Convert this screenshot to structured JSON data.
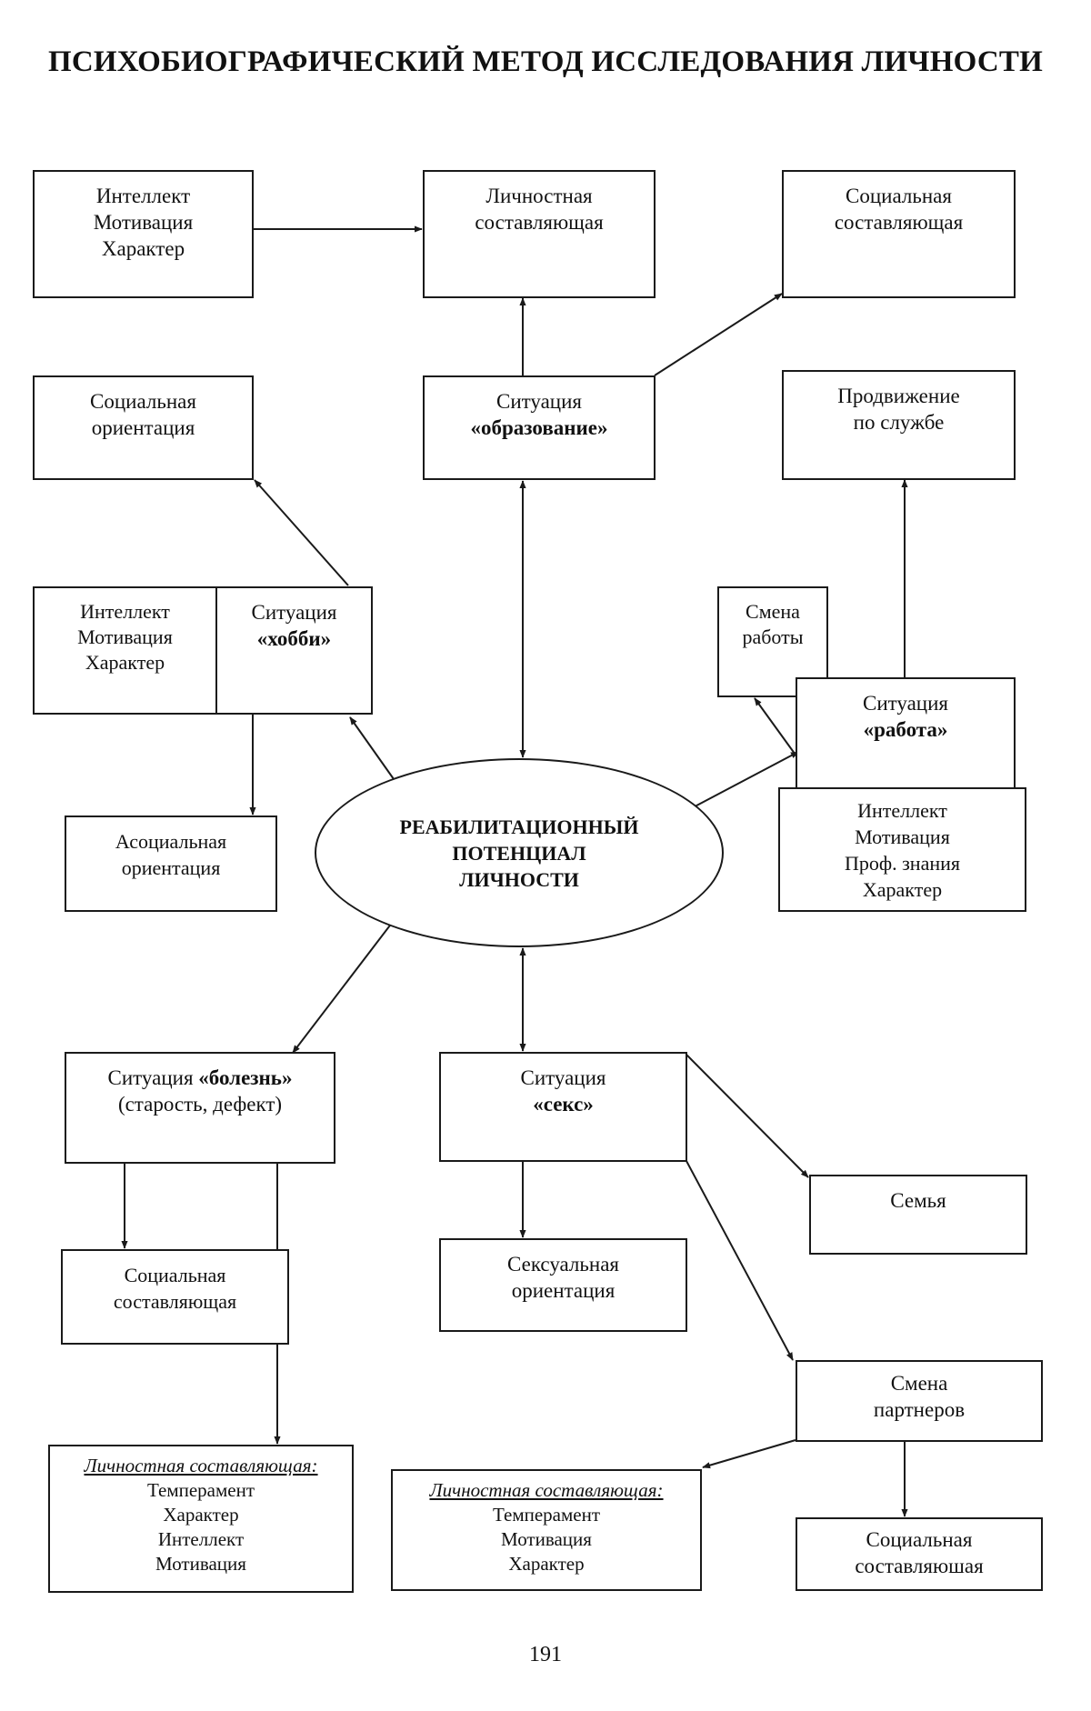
{
  "title": "ПСИХОБИОГРАФИЧЕСКИЙ МЕТОД ИССЛЕДОВАНИЯ ЛИЧНОСТИ",
  "center": {
    "lines": [
      "РЕАБИЛИТАЦИОННЫЙ",
      "ПОТЕНЦИАЛ",
      "ЛИЧНОСТИ"
    ]
  },
  "nodes": {
    "imh_top": {
      "lines": [
        "Интеллект",
        "Мотивация",
        "Характер"
      ]
    },
    "personal_top": {
      "lines": [
        "Личностная",
        "составляющая"
      ]
    },
    "social_top": {
      "lines": [
        "Социальная",
        "составляющая"
      ]
    },
    "social_orientation": {
      "lines": [
        "Социальная",
        "ориентация"
      ]
    },
    "sit_education": {
      "line1": "Ситуация",
      "line2": "«образование»"
    },
    "promotion": {
      "lines": [
        "Продвижение",
        "по службе"
      ]
    },
    "imh_hobby": {
      "lines": [
        "Интеллект",
        "Мотивация",
        "Характер"
      ]
    },
    "sit_hobby": {
      "line1": "Ситуация",
      "line2": "«хобби»"
    },
    "job_change": {
      "lines": [
        "Смена",
        "работы"
      ]
    },
    "sit_work": {
      "line1": "Ситуация",
      "line2": "«работа»"
    },
    "asocial": {
      "lines": [
        "Асоциальная",
        "ориентация"
      ]
    },
    "work_traits": {
      "lines": [
        "Интеллект",
        "Мотивация",
        "Проф. знания",
        "Характер"
      ]
    },
    "sit_illness": {
      "line1_plain": "Ситуация ",
      "line1_bold": "«болезнь»",
      "line2": "(старость, дефект)"
    },
    "sit_sex": {
      "line1": "Ситуация",
      "line2": "«секс»"
    },
    "family": {
      "lines": [
        "Семья"
      ]
    },
    "social_illness": {
      "lines": [
        "Социальная",
        "составляющая"
      ]
    },
    "sexual_orientation": {
      "lines": [
        "Сексуальная",
        "ориентация"
      ]
    },
    "partner_change": {
      "lines": [
        "Смена",
        "партнеров"
      ]
    },
    "personal_illness": {
      "heading": "Личностная составляющая:",
      "lines": [
        "Темперамент",
        "Характер",
        "Интеллект",
        "Мотивация"
      ]
    },
    "personal_sex": {
      "heading": "Личностная составляющая:",
      "lines": [
        "Темперамент",
        "Мотивация",
        "Характер"
      ]
    },
    "social_partner": {
      "lines": [
        "Социальная",
        "составляюшая"
      ]
    }
  },
  "page_number": "191"
}
